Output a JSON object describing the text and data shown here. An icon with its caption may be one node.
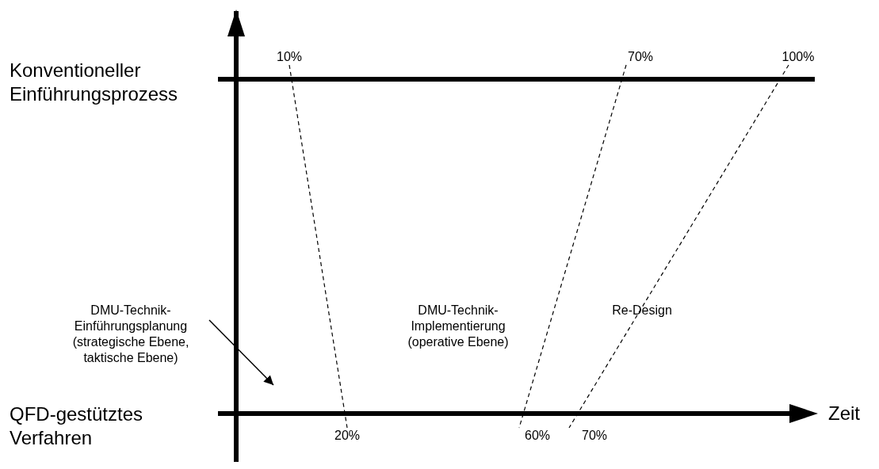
{
  "diagram": {
    "nodes": [
      {
        "text": [
          "10%"
        ]
      },
      {
        "text": [
          "70%"
        ]
      },
      {
        "text": [
          "100%"
        ]
      },
      {
        "text": [
          "20%"
        ]
      },
      {
        "text": [
          "60%"
        ]
      },
      {
        "text": [
          "70%"
        ]
      },
      {
        "text": [
          "DMU-Technik-Einführungsplanung (strategische Ebene, taktische Ebene)"
        ]
      }
    ],
    "edges": [
      {
        "from": 0,
        "to": 3,
        "arrow": "none",
        "style": "dashed"
      },
      {
        "from": 1,
        "to": 4,
        "arrow": "none",
        "style": "dashed"
      },
      {
        "from": 2,
        "to": 5,
        "arrow": "none",
        "style": "dashed"
      },
      {
        "from": 6,
        "to": null,
        "arrow": "to"
      }
    ],
    "labels": [
      "Konventioneller Einführungsprozess",
      "QFD-gestütztes Verfahren",
      "Zeit",
      "DMU-Technik- Implementierung (operative Ebene)",
      "Re-Design"
    ]
  }
}
